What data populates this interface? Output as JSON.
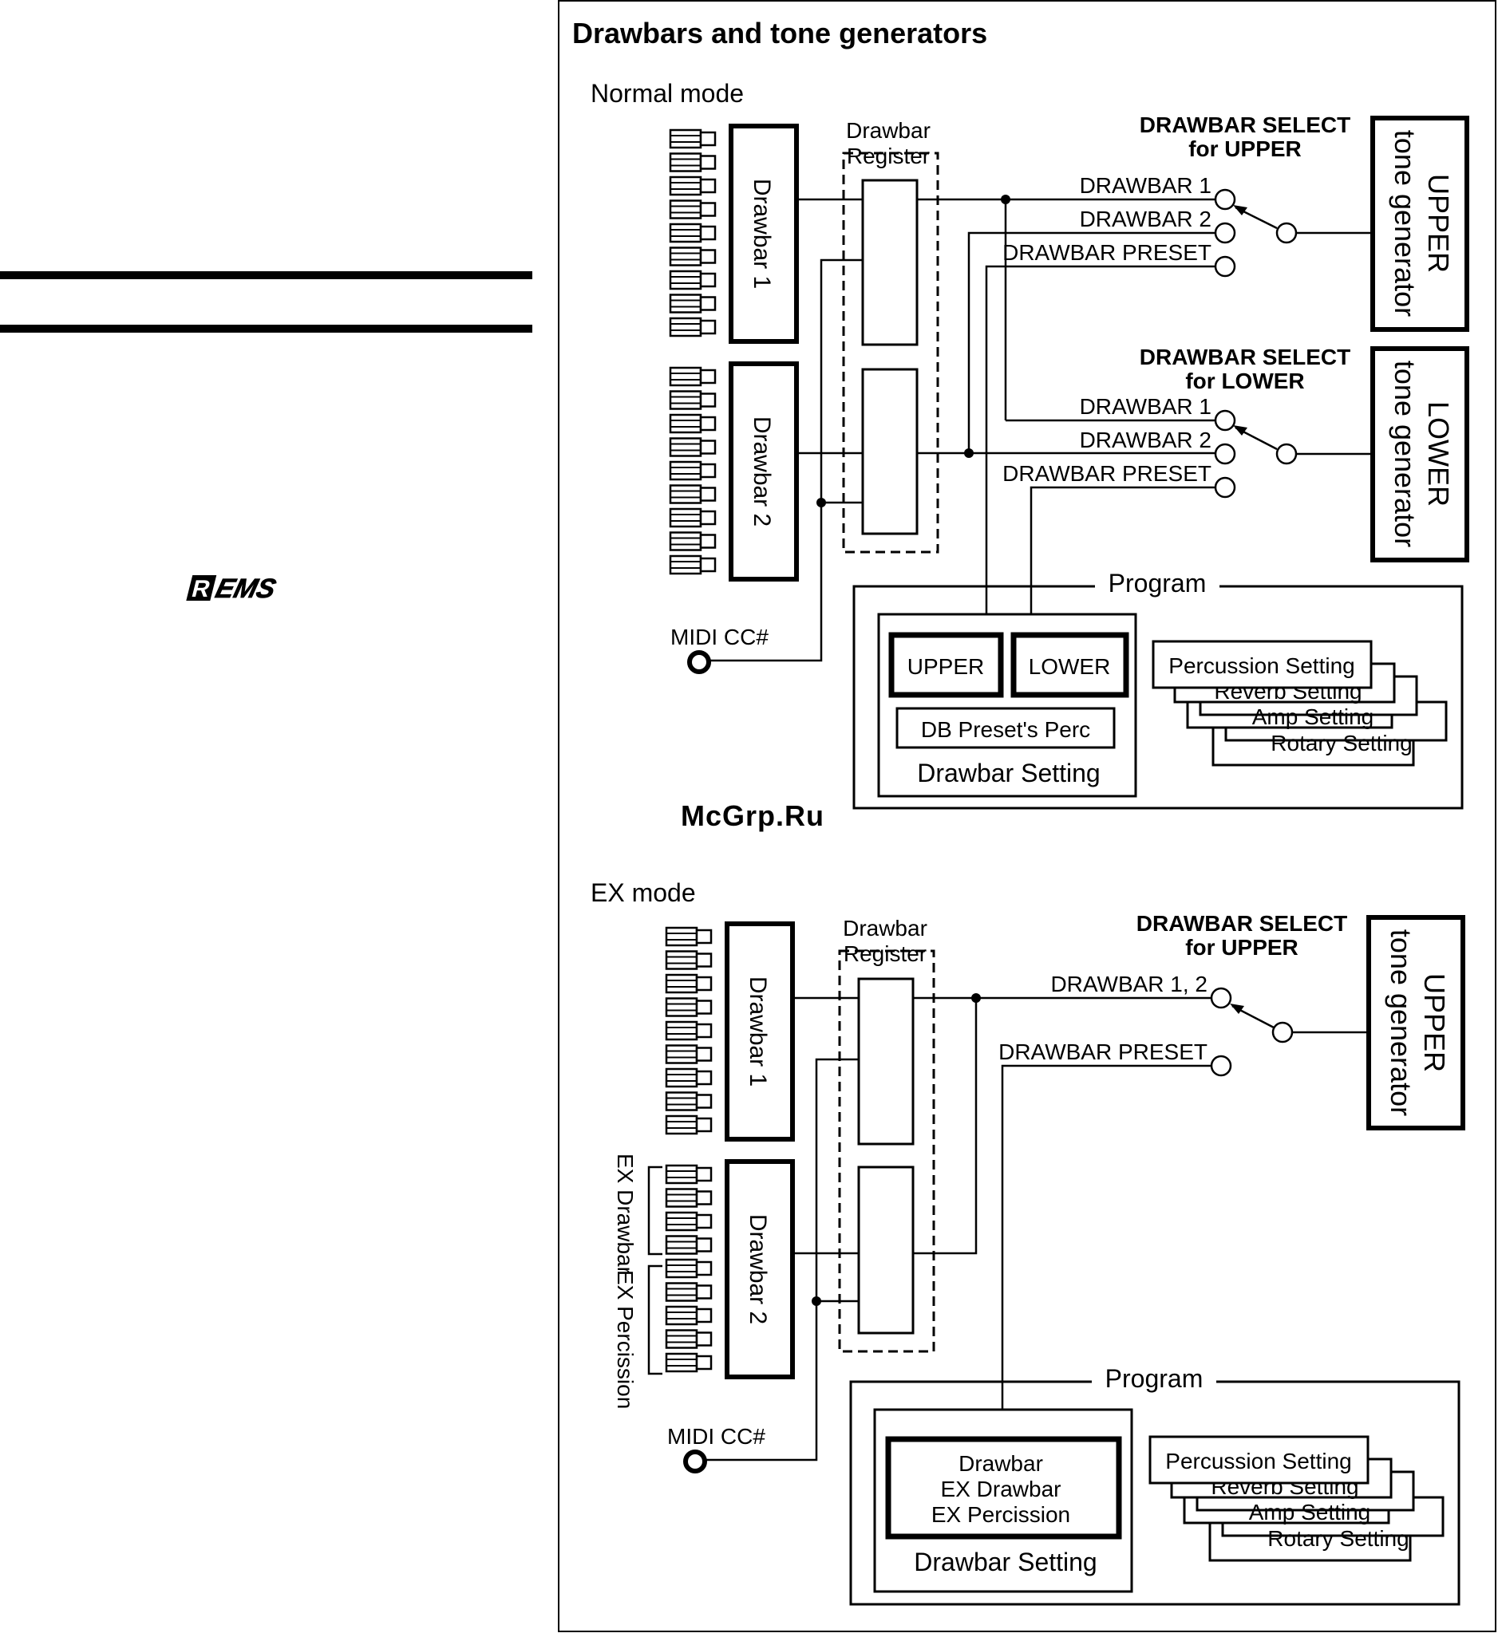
{
  "title": "Drawbars and tone generators",
  "watermark": "McGrp.Ru",
  "logo": "REMS",
  "normal_mode": {
    "label": "Normal mode",
    "drawbar1": "Drawbar 1",
    "drawbar2": "Drawbar 2",
    "register_line1": "Drawbar",
    "register_line2": "Register",
    "midi": "MIDI CC#",
    "select_upper_line1": "DRAWBAR SELECT",
    "select_upper_line2": "for UPPER",
    "select_lower_line1": "DRAWBAR SELECT",
    "select_lower_line2": "for LOWER",
    "upper_inputs": [
      "DRAWBAR 1",
      "DRAWBAR 2",
      "DRAWBAR PRESET"
    ],
    "lower_inputs": [
      "DRAWBAR 1",
      "DRAWBAR 2",
      "DRAWBAR PRESET"
    ],
    "upper_tg_line1": "UPPER",
    "upper_tg_line2": "tone generator",
    "lower_tg_line1": "LOWER",
    "lower_tg_line2": "tone generator",
    "program": "Program",
    "upper": "UPPER",
    "lower": "LOWER",
    "db_preset_perc": "DB Preset's Perc",
    "drawbar_setting": "Drawbar Setting",
    "settings": [
      "Percussion Setting",
      "Reverb Setting",
      "Amp Setting",
      "Rotary Setting"
    ]
  },
  "ex_mode": {
    "label": "EX mode",
    "drawbar1": "Drawbar 1",
    "drawbar2": "Drawbar 2",
    "register_line1": "Drawbar",
    "register_line2": "Register",
    "midi": "MIDI CC#",
    "ex_drawbar": "EX Drawbar",
    "ex_percussion": "EX Percission",
    "select_upper_line1": "DRAWBAR SELECT",
    "select_upper_line2": "for UPPER",
    "upper_inputs": [
      "DRAWBAR 1, 2",
      "DRAWBAR PRESET"
    ],
    "upper_tg_line1": "UPPER",
    "upper_tg_line2": "tone generator",
    "program": "Program",
    "program_items": [
      "Drawbar",
      "EX Drawbar",
      "EX Percission"
    ],
    "drawbar_setting": "Drawbar Setting",
    "settings": [
      "Percussion Setting",
      "Reverb Setting",
      "Amp Setting",
      "Rotary Setting"
    ]
  }
}
